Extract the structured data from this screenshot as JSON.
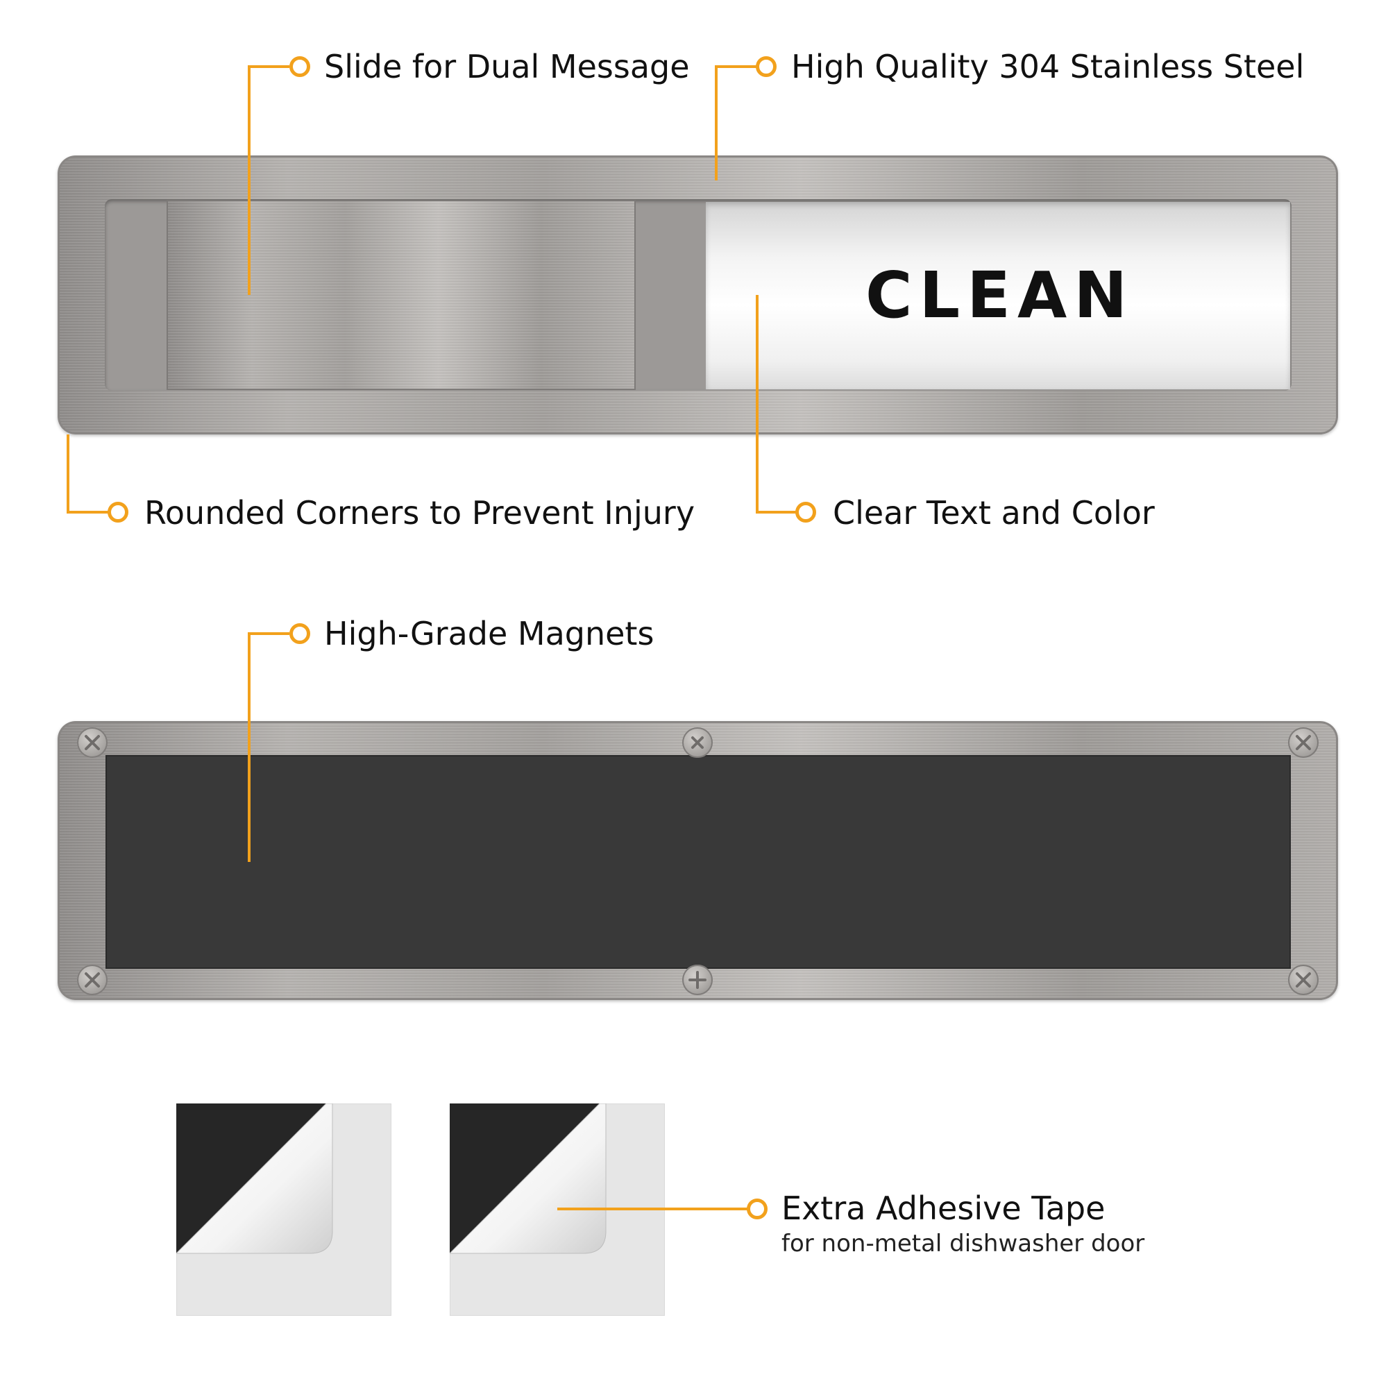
{
  "callouts": {
    "slide_dual_message": "Slide for Dual Message",
    "stainless_steel": "High Quality 304 Stainless Steel",
    "rounded_corners": "Rounded Corners to Prevent Injury",
    "clear_text": "Clear Text and Color",
    "magnets": "High-Grade Magnets",
    "adhesive_title": "Extra Adhesive Tape",
    "adhesive_sub": "for non-metal dishwasher door"
  },
  "front_plate": {
    "window_text": "CLEAN"
  },
  "colors": {
    "accent": "#f2a11c",
    "magnet": "#393939",
    "steel": "#b0adaa"
  },
  "icons": [
    "screw-icon",
    "adhesive-tape-icon"
  ]
}
